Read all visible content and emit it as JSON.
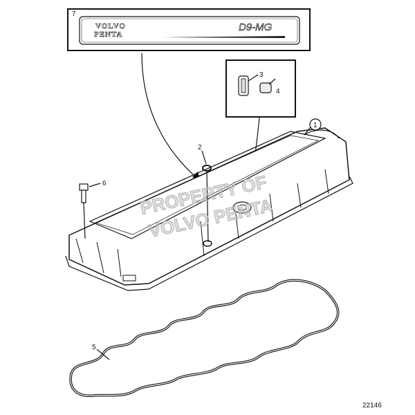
{
  "diagram": {
    "callouts": {
      "c1": "1",
      "c2": "2",
      "c3": "3",
      "c4": "4",
      "c5": "5",
      "c6": "6",
      "c7": "7"
    },
    "decal": {
      "brand_line1": "VOLVO",
      "brand_line2": "PENTA",
      "model": "D9-MG"
    },
    "watermark": {
      "line1": "PROPERTY OF",
      "line2": "VOLVO PENTA"
    },
    "figure_number": "22146"
  }
}
